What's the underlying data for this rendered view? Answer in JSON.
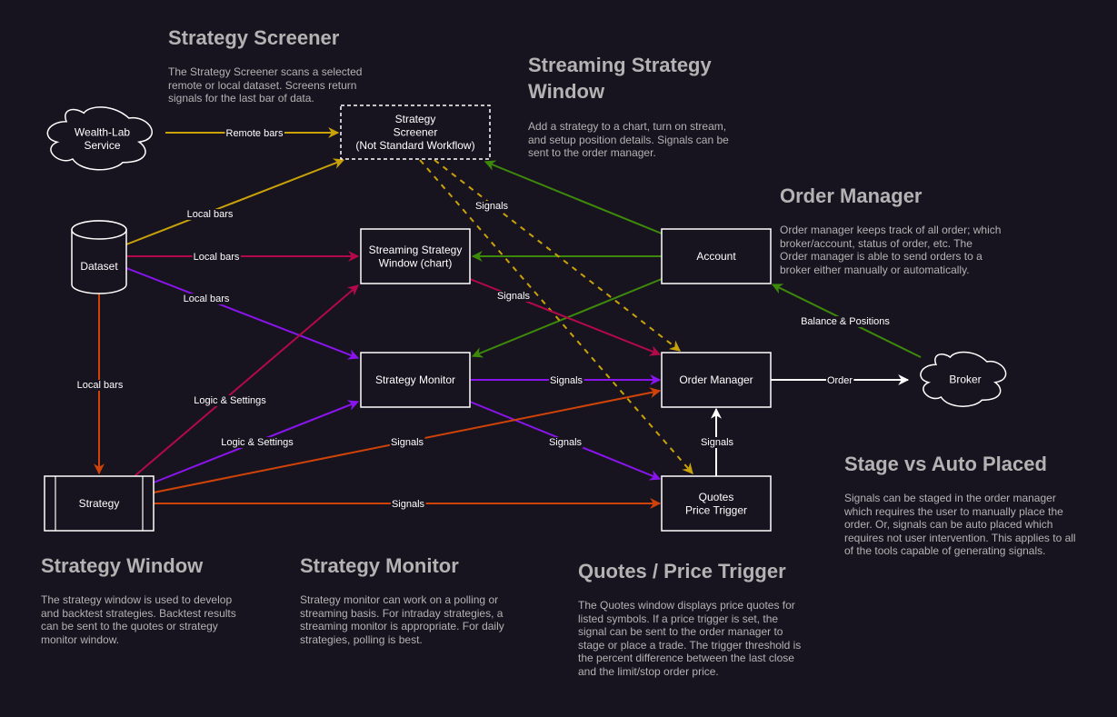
{
  "colors": {
    "background": "#18141f",
    "text": "#b3b3b3",
    "node_stroke": "#ffffff",
    "gold": "#c9a20a",
    "crimson": "#b3094a",
    "purple": "#8a14ee",
    "orange": "#d04308",
    "green": "#3d8a0b",
    "white": "#ffffff"
  },
  "sections": {
    "screener": {
      "title": "Strategy Screener",
      "lines": [
        "The Strategy Screener scans a selected",
        "remote or local dataset.  Screens return",
        "signals for the last bar of data."
      ]
    },
    "streaming": {
      "title_lines": [
        "Streaming Strategy",
        "Window"
      ],
      "lines": [
        "Add a strategy to a chart, turn on stream,",
        "and setup position details.  Signals can be",
        "sent to the order manager."
      ]
    },
    "order_manager": {
      "title": "Order Manager",
      "lines": [
        "Order manager keeps track of all order; which",
        "broker/account, status of order, etc.  The",
        "Order manager is able to send orders to a",
        "broker either manually or automatically."
      ]
    },
    "stage": {
      "title": "Stage vs Auto Placed",
      "lines": [
        "Signals can be staged in the order manager",
        "which requires the user to manually place the",
        "order.  Or, signals can be auto placed which",
        "requires not user intervention.  This applies to all",
        "of the tools capable of generating signals."
      ]
    },
    "strategy_window": {
      "title": "Strategy Window",
      "lines": [
        "The strategy window is used to develop",
        "and backtest strategies.  Backtest results",
        "can be sent to the quotes or strategy",
        "monitor window."
      ]
    },
    "strategy_monitor": {
      "title": "Strategy Monitor",
      "lines": [
        "Strategy monitor can work on a polling or",
        "streaming basis.  For intraday strategies, a",
        "streaming monitor is appropriate.  For daily",
        "strategies, polling is best."
      ]
    },
    "quotes": {
      "title": "Quotes / Price Trigger",
      "lines": [
        "The Quotes window displays price quotes for",
        "listed symbols.  If a price trigger is set, the",
        "signal can be sent to the order manager to",
        "stage or place a trade.  The trigger threshold is",
        "the percent difference between the last close",
        "and the limit/stop order price."
      ]
    }
  },
  "nodes": {
    "wealthlab": {
      "lines": [
        "Wealth-Lab",
        "Service"
      ],
      "shape": "cloud"
    },
    "screener": {
      "lines": [
        "Strategy",
        "Screener",
        "(Not Standard  Workflow)"
      ],
      "shape": "dashed-rect"
    },
    "dataset": {
      "lines": [
        "Dataset"
      ],
      "shape": "cylinder"
    },
    "streaming": {
      "lines": [
        "Streaming Strategy",
        "Window (chart)"
      ],
      "shape": "rect"
    },
    "account": {
      "lines": [
        "Account"
      ],
      "shape": "rect"
    },
    "monitor": {
      "lines": [
        "Strategy Monitor"
      ],
      "shape": "rect"
    },
    "order_manager": {
      "lines": [
        "Order Manager"
      ],
      "shape": "rect"
    },
    "broker": {
      "lines": [
        "Broker"
      ],
      "shape": "cloud"
    },
    "strategy": {
      "lines": [
        "Strategy"
      ],
      "shape": "process"
    },
    "quotes": {
      "lines": [
        "Quotes",
        "Price Trigger"
      ],
      "shape": "rect"
    }
  },
  "edges": [
    {
      "from": "wealthlab",
      "to": "screener",
      "label": "Remote bars",
      "color": "gold"
    },
    {
      "from": "dataset",
      "to": "screener",
      "label": "Local bars",
      "color": "gold"
    },
    {
      "from": "dataset",
      "to": "streaming",
      "label": "Local bars",
      "color": "crimson"
    },
    {
      "from": "dataset",
      "to": "monitor",
      "label": "Local bars",
      "color": "purple"
    },
    {
      "from": "dataset",
      "to": "strategy",
      "label": "Local bars",
      "color": "orange"
    },
    {
      "from": "account",
      "to": "screener",
      "label": "",
      "color": "green"
    },
    {
      "from": "account",
      "to": "streaming",
      "label": "",
      "color": "green"
    },
    {
      "from": "account",
      "to": "monitor",
      "label": "",
      "color": "green"
    },
    {
      "from": "broker",
      "to": "account",
      "label": "Balance & Positions",
      "color": "green"
    },
    {
      "from": "screener",
      "to": "order_manager",
      "label": "Signals",
      "color": "gold",
      "dashed": true
    },
    {
      "from": "screener",
      "to": "quotes",
      "label": "",
      "color": "gold",
      "dashed": true
    },
    {
      "from": "streaming",
      "to": "order_manager",
      "label": "Signals",
      "color": "crimson"
    },
    {
      "from": "monitor",
      "to": "order_manager",
      "label": "Signals",
      "color": "purple"
    },
    {
      "from": "monitor",
      "to": "quotes",
      "label": "Signals",
      "color": "purple"
    },
    {
      "from": "strategy",
      "to": "streaming",
      "label": "Logic & Settings",
      "color": "crimson"
    },
    {
      "from": "strategy",
      "to": "monitor",
      "label": "Logic & Settings",
      "color": "purple"
    },
    {
      "from": "strategy",
      "to": "order_manager",
      "label": "Signals",
      "color": "orange"
    },
    {
      "from": "strategy",
      "to": "quotes",
      "label": "Signals",
      "color": "orange"
    },
    {
      "from": "quotes",
      "to": "order_manager",
      "label": "Signals",
      "color": "white"
    },
    {
      "from": "order_manager",
      "to": "broker",
      "label": "Order",
      "color": "white"
    }
  ]
}
